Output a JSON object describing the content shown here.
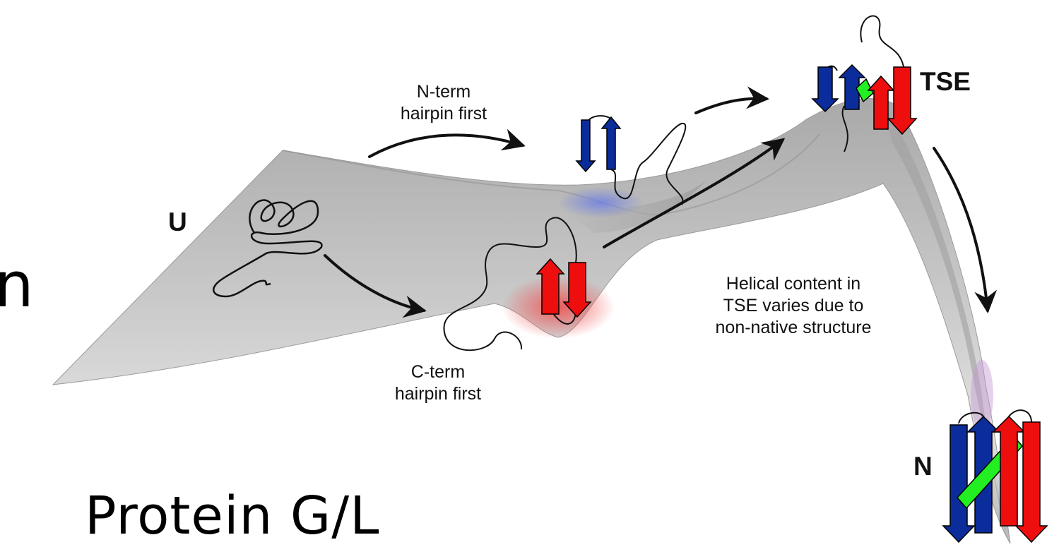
{
  "labels": {
    "title": "Protein G/L",
    "side_char": "n",
    "state_unfolded": "U",
    "state_tse": "TSE",
    "state_native": "N",
    "nterm_line1": "N-term",
    "nterm_line2": "hairpin first",
    "cterm_line1": "C-term",
    "cterm_line2": "hairpin first",
    "helical_line1": "Helical content in",
    "helical_line2": "TSE varies due to",
    "helical_line3": "non-native structure"
  },
  "colors": {
    "surface": "#bdbdbd",
    "strand_blue": "#0b2d9b",
    "strand_red": "#ee0e0e",
    "helix_green": "#22ee22",
    "arrow": "#111111"
  }
}
